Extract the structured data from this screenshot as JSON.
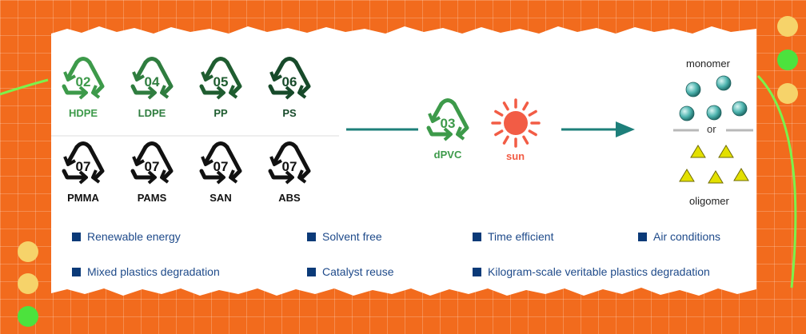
{
  "plastics_top": [
    {
      "code": "02",
      "label": "HDPE"
    },
    {
      "code": "04",
      "label": "LDPE"
    },
    {
      "code": "05",
      "label": "PP"
    },
    {
      "code": "06",
      "label": "PS"
    }
  ],
  "plastics_bottom": [
    {
      "code": "07",
      "label": "PMMA"
    },
    {
      "code": "07",
      "label": "PAMS"
    },
    {
      "code": "07",
      "label": "SAN"
    },
    {
      "code": "07",
      "label": "ABS"
    }
  ],
  "center": {
    "code": "03",
    "label": "dPVC",
    "sun_label": "sun"
  },
  "products": {
    "top_label": "monomer",
    "or_label": "or",
    "bottom_label": "oligomer"
  },
  "features": [
    "Renewable energy",
    "Solvent free",
    "Time efficient",
    "Air conditions",
    "Mixed plastics degradation",
    "Catalyst reuse",
    "Kilogram-scale veritable plastics degradation"
  ],
  "colors": {
    "background": "#f26b1d",
    "green_light": "#3d9a4a",
    "green_mid": "#2f7d3f",
    "green_dark": "#1f5d30",
    "green_darker": "#174a2a",
    "black": "#111111",
    "bullet": "#0b3a78",
    "arrow": "#1d7f7a",
    "sun": "#f25c45",
    "sphere": "#4fb5b0",
    "triangle": "#e3e000"
  }
}
